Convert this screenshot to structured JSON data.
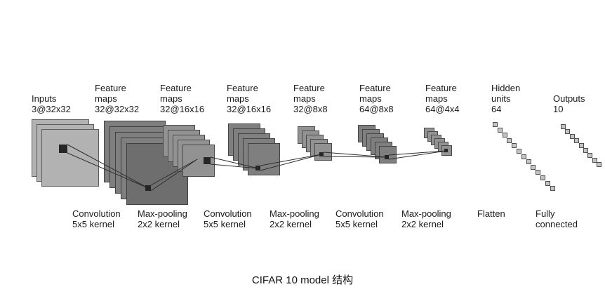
{
  "diagram": {
    "top_labels": [
      {
        "text": "Inputs\n3@32x32"
      },
      {
        "text": "Feature\nmaps\n32@32x32"
      },
      {
        "text": "Feature\nmaps\n32@16x16"
      },
      {
        "text": "Feature\nmaps\n32@16x16"
      },
      {
        "text": "Feature\nmaps\n32@8x8"
      },
      {
        "text": "Feature\nmaps\n64@8x8"
      },
      {
        "text": "Feature\nmaps\n64@4x4"
      },
      {
        "text": "Hidden\nunits\n64"
      },
      {
        "text": "Outputs\n10"
      }
    ],
    "bottom_labels": [
      {
        "text": "Convolution\n5x5 kernel"
      },
      {
        "text": "Max-pooling\n2x2 kernel"
      },
      {
        "text": "Convolution\n5x5 kernel"
      },
      {
        "text": "Max-pooling\n2x2 kernel"
      },
      {
        "text": "Convolution\n5x5 kernel"
      },
      {
        "text": "Max-pooling\n2x2 kernel"
      },
      {
        "text": "Flatten"
      },
      {
        "text": "Fully\nconnected"
      }
    ],
    "caption": "CIFAR 10 model 结构",
    "colors": {
      "input_fill": "#b2b2b2",
      "conv_fill": "#7f7f7f",
      "conv_front_fill": "#6e6e6e",
      "pool_fill": "#929292",
      "kernel_fill": "#262626",
      "unit_fill": "#c3c3c3",
      "wire": "#2e2e2e"
    }
  }
}
